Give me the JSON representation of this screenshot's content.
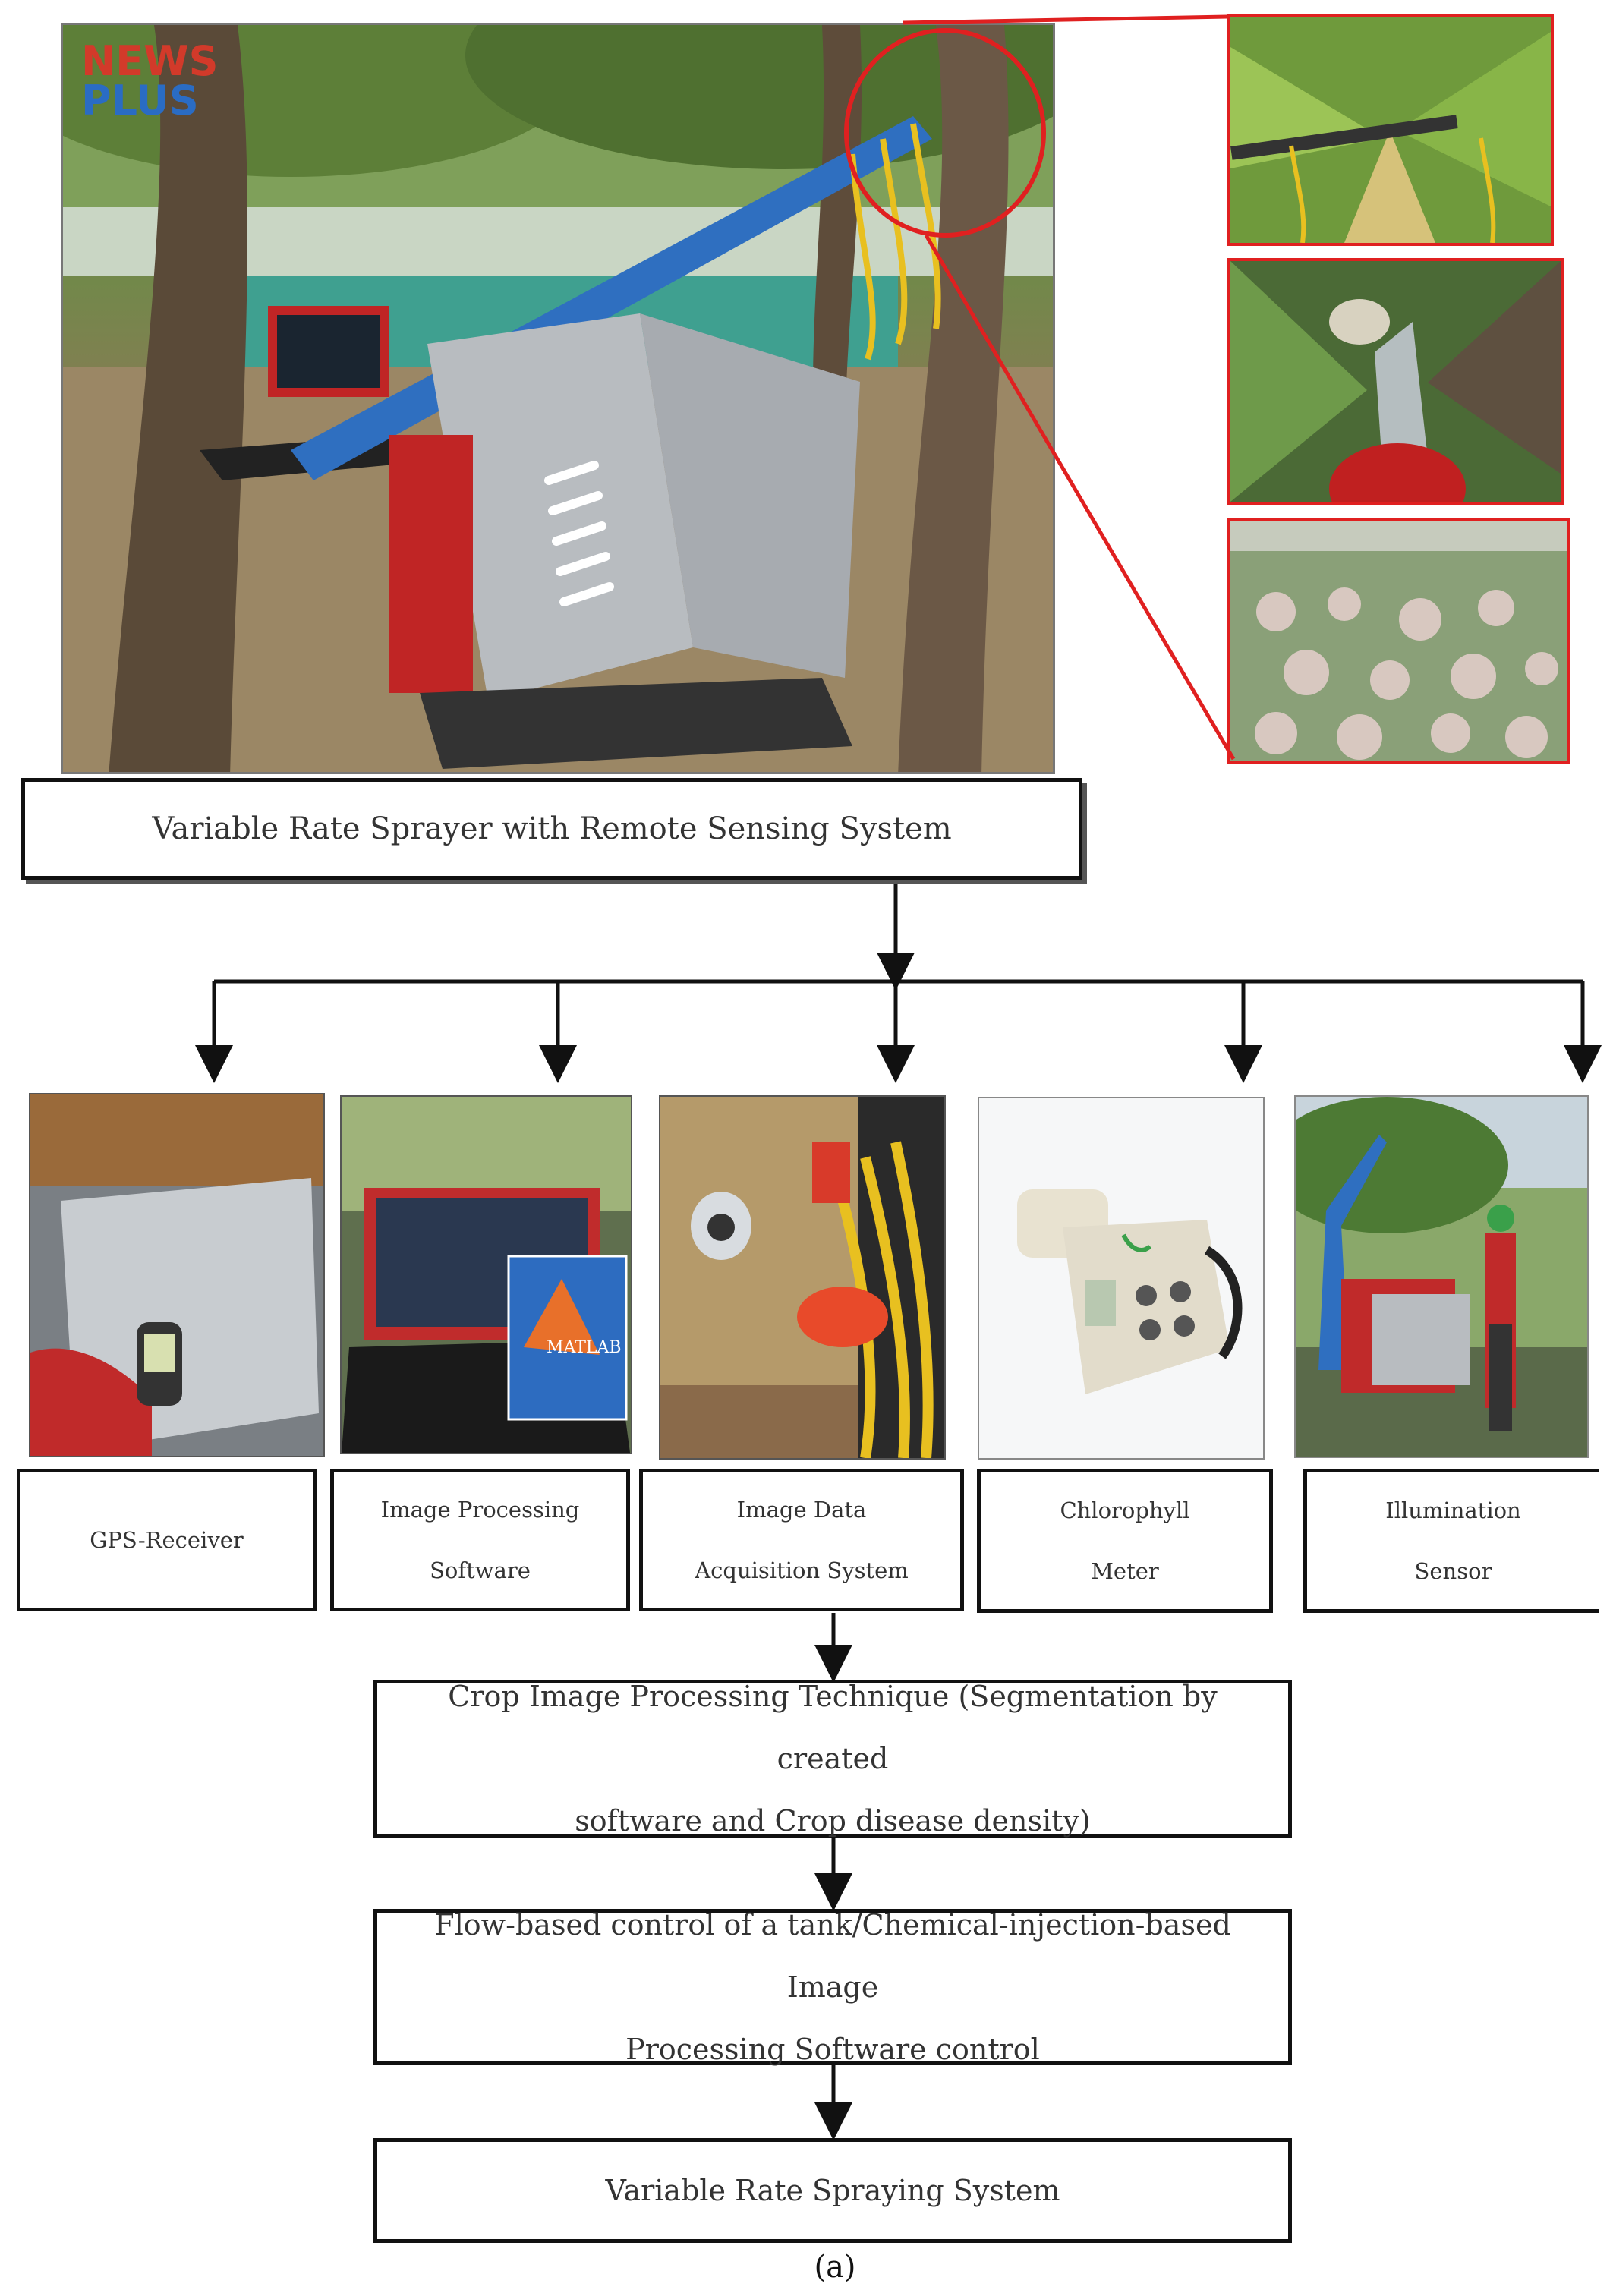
{
  "watermark": {
    "line1": "NEWS",
    "line2": "PLUS"
  },
  "photos": {
    "main": "variable-rate-sprayer-photo",
    "zoom1": "sprayer-nozzle-in-palm-photo",
    "zoom2": "spray-jet-closeup-photo",
    "zoom3": "palm-plantation-photo",
    "gps": "handheld-gps-photo",
    "software": "laptop-matlab-photo",
    "camera": "camera-on-sprayer-photo",
    "chlorophyll": "chlorophyll-meter-photo",
    "illumination": "illumination-sensor-photo",
    "matlab_label": "MATLAB"
  },
  "title_box": "Variable Rate Sprayer with Remote Sensing System",
  "components": [
    {
      "line1": "GPS-Receiver",
      "line2": ""
    },
    {
      "line1": "Image Processing",
      "line2": "Software"
    },
    {
      "line1": "Image Data",
      "line2": "Acquisition System"
    },
    {
      "line1": "Chlorophyll",
      "line2": "Meter"
    },
    {
      "line1": "Illumination",
      "line2": "Sensor"
    }
  ],
  "process_box1": {
    "line1": "Crop Image Processing Technique (Segmentation by created",
    "line2": "software and Crop disease density)"
  },
  "process_box2": {
    "line1": "Flow-based control of a tank/Chemical-injection-based Image",
    "line2": "Processing Software control"
  },
  "process_box3": "Variable Rate Spraying System",
  "caption": "(a)",
  "colors": {
    "highlight": "#e02020",
    "line": "#111111"
  }
}
